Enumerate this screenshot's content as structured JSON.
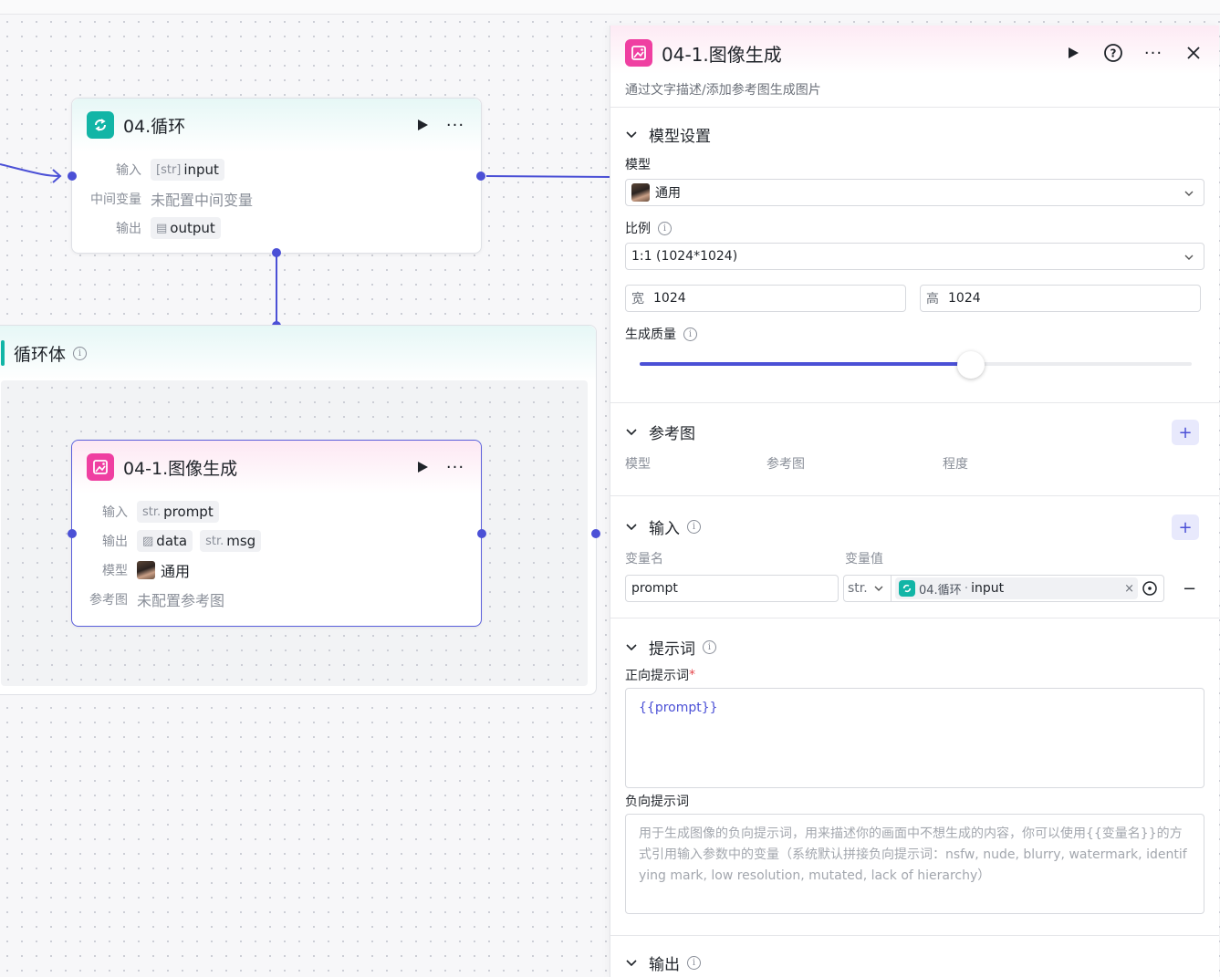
{
  "loop_node": {
    "title": "04.循环",
    "input_label": "输入",
    "input_type": "[str]",
    "input_value": "input",
    "mid_label": "中间变量",
    "mid_value": "未配置中间变量",
    "output_label": "输出",
    "output_value": "output"
  },
  "loop_body": {
    "title": "循环体"
  },
  "image_node": {
    "title": "04-1.图像生成",
    "input_label": "输入",
    "input_type": "str.",
    "input_value": "prompt",
    "output_label": "输出",
    "output_data": "data",
    "output_msg_type": "str.",
    "output_msg": "msg",
    "model_label": "模型",
    "model_value": "通用",
    "ref_label": "参考图",
    "ref_value": "未配置参考图"
  },
  "panel": {
    "title": "04-1.图像生成",
    "description": "通过文字描述/添加参考图生成图片",
    "model_section": {
      "title": "模型设置",
      "model_label": "模型",
      "model_value": "通用",
      "ratio_label": "比例",
      "ratio_value": "1:1 (1024*1024)",
      "width_label": "宽",
      "width_value": "1024",
      "height_label": "高",
      "height_value": "1024",
      "quality_label": "生成质量",
      "quality_level": 0.6
    },
    "ref_section": {
      "title": "参考图",
      "col_model": "模型",
      "col_ref": "参考图",
      "col_degree": "程度"
    },
    "input_section": {
      "title": "输入",
      "col_name": "变量名",
      "col_value": "变量值",
      "var_name": "prompt",
      "var_type": "str.",
      "ref_node": "04.循环",
      "ref_var": "input"
    },
    "prompt_section": {
      "title": "提示词",
      "positive_label": "正向提示词",
      "required_mark": "*",
      "positive_value": "{{prompt}}",
      "negative_label": "负向提示词",
      "negative_placeholder": "用于生成图像的负向提示词，用来描述你的画面中不想生成的内容，你可以使用{{变量名}}的方式引用输入参数中的变量（系统默认拼接负向提示词：nsfw, nude, blurry, watermark, identifying mark, low resolution, mutated, lack of hierarchy）"
    },
    "output_section": {
      "title": "输出"
    }
  },
  "colors": {
    "accent": "#4b50d6",
    "loop_icon": "#12b5a6",
    "image_icon": "#ef3fa1"
  }
}
